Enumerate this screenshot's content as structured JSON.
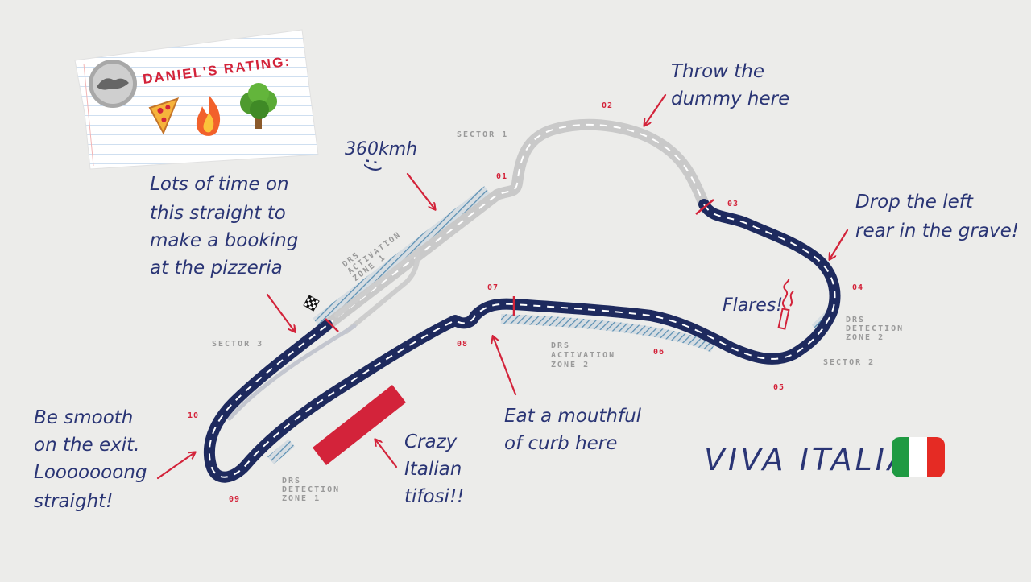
{
  "card": {
    "title": "DANIEL'S RATING:",
    "logo": "bull-badge-icon",
    "ratings": [
      "pizza-icon",
      "flame-icon",
      "tree-icon"
    ]
  },
  "turns": [
    "01",
    "02",
    "03",
    "04",
    "05",
    "06",
    "07",
    "08",
    "09",
    "10"
  ],
  "sectors": [
    "SECTOR 1",
    "SECTOR 2",
    "SECTOR 3"
  ],
  "drs": {
    "activation_1": [
      "DRS",
      "ACTIVATION",
      "ZONE 1"
    ],
    "activation_2": [
      "DRS",
      "ACTIVATION",
      "ZONE 2"
    ],
    "detection_1": [
      "DRS",
      "DETECTION",
      "ZONE 1"
    ],
    "detection_2": [
      "DRS",
      "DETECTION",
      "ZONE 2"
    ]
  },
  "notes": {
    "speed": "360kmh",
    "face": ":)",
    "straight": [
      "Lots of time on",
      "this straight to",
      "make a booking",
      "at the pizzeria"
    ],
    "dummy": [
      "Throw the",
      "dummy here"
    ],
    "grave": [
      "Drop the left",
      "rear in the grave!"
    ],
    "flares": "Flares!",
    "curb": [
      "Eat a mouthful",
      "of curb here"
    ],
    "fitosi": [
      "Crazy",
      "Italian",
      "tifosi!!"
    ],
    "smooth": [
      "Be smooth",
      "on the exit.",
      "Looooooong",
      "straight!"
    ],
    "viva": "VIVA ITALIA"
  },
  "colors": {
    "track_dark": "#1e2a5e",
    "track_light": "#c9c9c9",
    "accent": "#d3233a",
    "ink": "#2a3575",
    "drs_hatch": "#5a8fb3",
    "flag_green": "#1f9a42",
    "flag_white": "#ffffff",
    "flag_red": "#e52b24"
  }
}
